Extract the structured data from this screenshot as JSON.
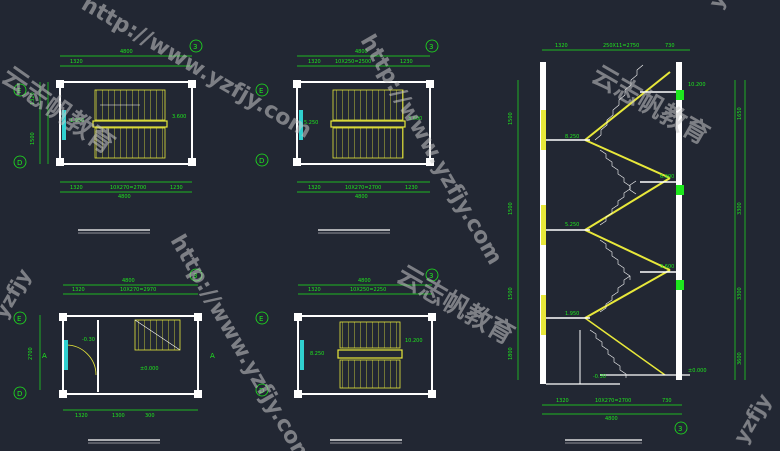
{
  "colors": {
    "background": "#222733",
    "wall": "#ffffff",
    "dimension": "#1ee81e",
    "stair": "#e8e83a",
    "accent_magenta": "#d040d0",
    "accent_cyan": "#30d0d0",
    "watermark": "#c8c8c8"
  },
  "plans": {
    "top_left": {
      "overall_width": "4800",
      "seg_top_left": "1320",
      "seg_bottom_left": "1320",
      "seg_bottom_mid": "10X270=2700",
      "seg_bottom_right": "1230",
      "overall_bottom": "4800",
      "axis_top": "3",
      "axis_left_top": "E",
      "axis_left_bottom": "D",
      "level_left": "1.950",
      "level_right": "3.600",
      "side_dim_1": "1320",
      "side_dim_2": "1500"
    },
    "top_mid": {
      "overall_width": "4800",
      "seg_top_left": "1320",
      "seg_top_mid": "10X250=2500",
      "seg_top_right": "1230",
      "seg_bottom_left": "1320",
      "seg_bottom_mid": "10X270=2700",
      "seg_bottom_right": "1230",
      "overall_bottom": "4800",
      "axis_top": "3",
      "axis_left_top": "E",
      "axis_left_bottom": "D",
      "level_left": "5.250",
      "level_right": "3.600"
    },
    "bottom_left": {
      "overall_width": "4800",
      "seg_top_left": "1320",
      "seg_top_mid": "10X270=2970",
      "seg_bottom_left": "1320",
      "seg_bottom_mid": "1300",
      "seg_bottom_right": "300",
      "axis_top": "3",
      "axis_left_top": "E",
      "axis_left_bottom": "D",
      "level_a": "-0.30",
      "level_b": "±0.000",
      "section_mark": "A",
      "side_dim": "2700"
    },
    "bottom_mid": {
      "overall_width": "4800",
      "seg_top_left": "1320",
      "seg_top_mid": "10X250=2250",
      "axis_top": "3",
      "axis_left_top": "E",
      "axis_left_bottom": "D",
      "level_left": "8.250",
      "level_right": "10.200"
    }
  },
  "section": {
    "top_dims": [
      "1320",
      "250X11=2750",
      "730"
    ],
    "levels": [
      "10.200",
      "8.250",
      "6.900",
      "5.250",
      "3.600",
      "1.950",
      "±0.000",
      "-0.30"
    ],
    "bottom_dims": [
      "1320",
      "10X270=2700",
      "730"
    ],
    "bottom_total": "4800",
    "axis_bottom": "3",
    "left_dims": [
      "1500",
      "1500",
      "1500",
      "1800"
    ],
    "right_dims": [
      "1650",
      "3300",
      "3300",
      "3600"
    ]
  },
  "watermarks": {
    "url": "http://www.yzfjy.com",
    "brand_cn": "云志帆教育",
    "corner": "yzfjy"
  }
}
